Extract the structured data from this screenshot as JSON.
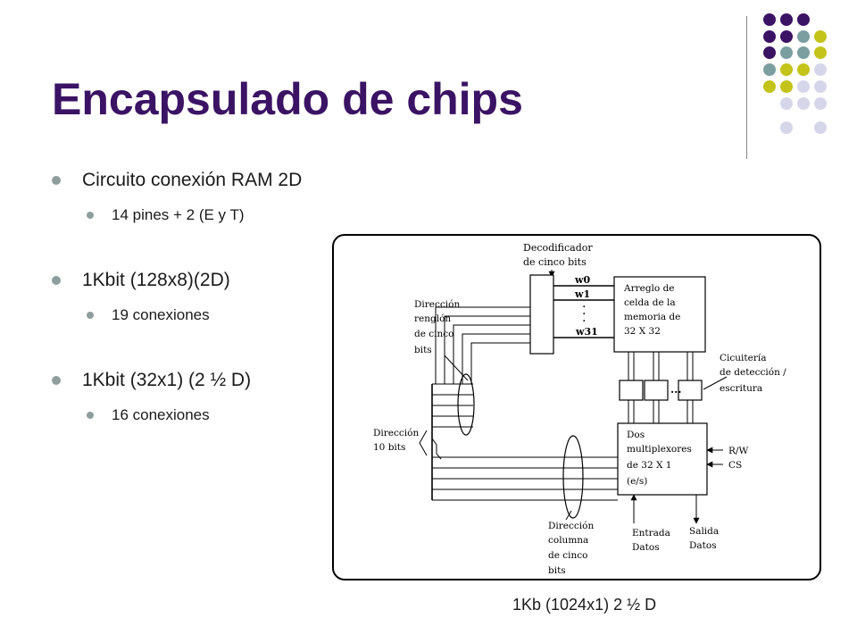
{
  "slide": {
    "title": "Encapsulado de chips",
    "accent_colors": [
      "#3b1364",
      "#7b9fa0",
      "#c3c31a",
      "#d6d6ea"
    ]
  },
  "bullets": [
    {
      "text": "Circuito conexión RAM 2D",
      "sub": "14 pines + 2 (E y T)"
    },
    {
      "text": "1Kbit (128x8)(2D)",
      "sub": "19 conexiones"
    },
    {
      "text": "1Kbit (32x1) (2 ½ D)",
      "sub": "16 conexiones"
    }
  ],
  "diagram": {
    "decoder_label": [
      "Decodificador",
      "de cinco bits"
    ],
    "word_lines": [
      "w0",
      "w1",
      "w31"
    ],
    "array_label": [
      "Arreglo de",
      "celda de la",
      "memoria de",
      "32 X 32"
    ],
    "row_address_label": [
      "Dirección",
      "renglón",
      "de cinco",
      "bits"
    ],
    "circuitry_label": [
      "Cicuitería",
      "de detección /",
      "escritura"
    ],
    "address_label": [
      "Dirección",
      "10 bits"
    ],
    "mux_label": [
      "Dos",
      "multiplexores",
      "de 32 X 1",
      "(e/s)"
    ],
    "control_signals": [
      "R/W",
      "CS"
    ],
    "column_address_label": [
      "Dirección",
      "columna",
      "de cinco",
      "bits"
    ],
    "data_in_label": [
      "Entrada",
      "Datos"
    ],
    "data_out_label": [
      "Salida",
      "Datos"
    ]
  },
  "caption": "1Kb (1024x1) 2 ½ D"
}
